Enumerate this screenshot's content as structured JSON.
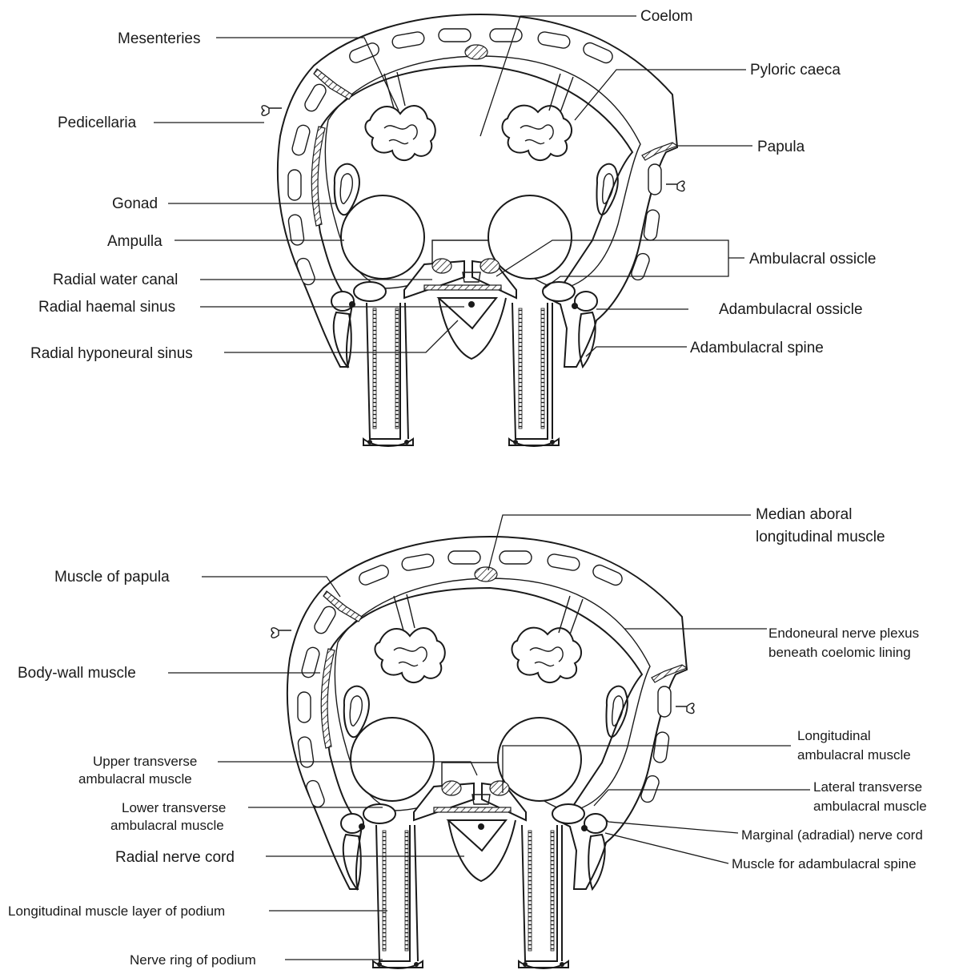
{
  "upper_diagram": {
    "labels": {
      "coelom": "Coelom",
      "mesenteries": "Mesenteries",
      "pyloric_caeca": "Pyloric caeca",
      "pedicellaria": "Pedicellaria",
      "papula": "Papula",
      "gonad": "Gonad",
      "ampulla": "Ampulla",
      "ambulacral_ossicle": "Ambulacral ossicle",
      "radial_water_canal": "Radial water canal",
      "radial_haemal_sinus": "Radial haemal sinus",
      "adambulacral_ossicle": "Adambulacral ossicle",
      "radial_hyponeural_sinus": "Radial hyponeural sinus",
      "adambulacral_spine": "Adambulacral spine"
    }
  },
  "lower_diagram": {
    "labels": {
      "median_aboral_1": "Median aboral",
      "median_aboral_2": "longitudinal muscle",
      "muscle_of_papula": "Muscle of papula",
      "endoneural_1": "Endoneural nerve plexus",
      "endoneural_2": "beneath coelomic lining",
      "body_wall_muscle": "Body-wall muscle",
      "longitudinal_amb_1": "Longitudinal",
      "longitudinal_amb_2": "ambulacral muscle",
      "upper_transverse_1": "Upper transverse",
      "upper_transverse_2": "ambulacral muscle",
      "lateral_transverse_1": "Lateral transverse",
      "lateral_transverse_2": "ambulacral muscle",
      "lower_transverse_1": "Lower transverse",
      "lower_transverse_2": "ambulacral muscle",
      "marginal_nerve_cord": "Marginal (adradial) nerve cord",
      "radial_nerve_cord": "Radial nerve cord",
      "muscle_adambulacral_spine": "Muscle for adambulacral spine",
      "longitudinal_muscle_podium": "Longitudinal muscle layer of podium",
      "nerve_ring_podium": "Nerve ring of podium"
    }
  }
}
